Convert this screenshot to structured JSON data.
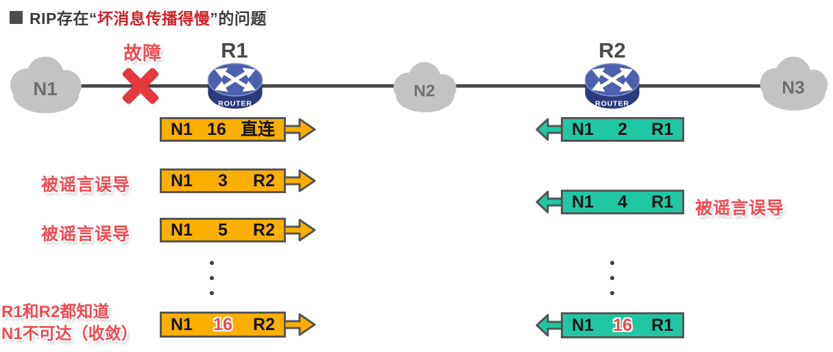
{
  "title": {
    "bullet": "■",
    "prefix": "RIP存在",
    "open_quote": "“",
    "highlight": "坏消息传播得慢",
    "close_quote": "”",
    "suffix": "的问题"
  },
  "topology": {
    "fault_label": "故障",
    "clouds": [
      {
        "label": "N1"
      },
      {
        "label": "N2"
      },
      {
        "label": "N3"
      }
    ],
    "routers": [
      {
        "label": "R1",
        "caption": "ROUTER"
      },
      {
        "label": "R2",
        "caption": "ROUTER"
      }
    ]
  },
  "left_column": {
    "rows": [
      {
        "cells": [
          "N1",
          "16",
          "直连"
        ]
      },
      {
        "cells": [
          "N1",
          "3",
          "R2"
        ]
      },
      {
        "cells": [
          "N1",
          "5",
          "R2"
        ]
      },
      {
        "cells": [
          "N1",
          "16",
          "R2"
        ]
      }
    ],
    "notes": {
      "row2": "被谣言误导",
      "row3": "被谣言误导",
      "bottom_line1": "R1和R2都知道",
      "bottom_line2": "N1不可达（收敛）"
    }
  },
  "right_column": {
    "rows": [
      {
        "cells": [
          "N1",
          "2",
          "R1"
        ]
      },
      {
        "cells": [
          "N1",
          "4",
          "R1"
        ]
      },
      {
        "cells": [
          "N1",
          "16",
          "R1"
        ]
      }
    ],
    "notes": {
      "row2": "被谣言误导"
    }
  },
  "colors": {
    "box_yellow": "#FBAF00",
    "box_teal": "#1FC8A3",
    "accent_red": "#E8393C",
    "line_gray": "#4A4A4A"
  }
}
